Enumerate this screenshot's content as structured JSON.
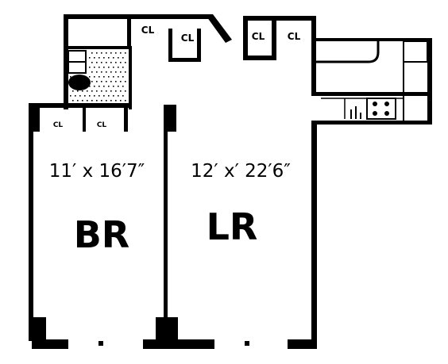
{
  "plan": {
    "rooms": [
      {
        "id": "br",
        "label": "BR",
        "dimensions": "11′ x 16′7″"
      },
      {
        "id": "lr",
        "label": "LR",
        "dimensions": "12′ x′ 22′6″"
      }
    ],
    "closet_label": "CL"
  },
  "colors": {
    "wall": "#000000",
    "background": "#ffffff"
  }
}
